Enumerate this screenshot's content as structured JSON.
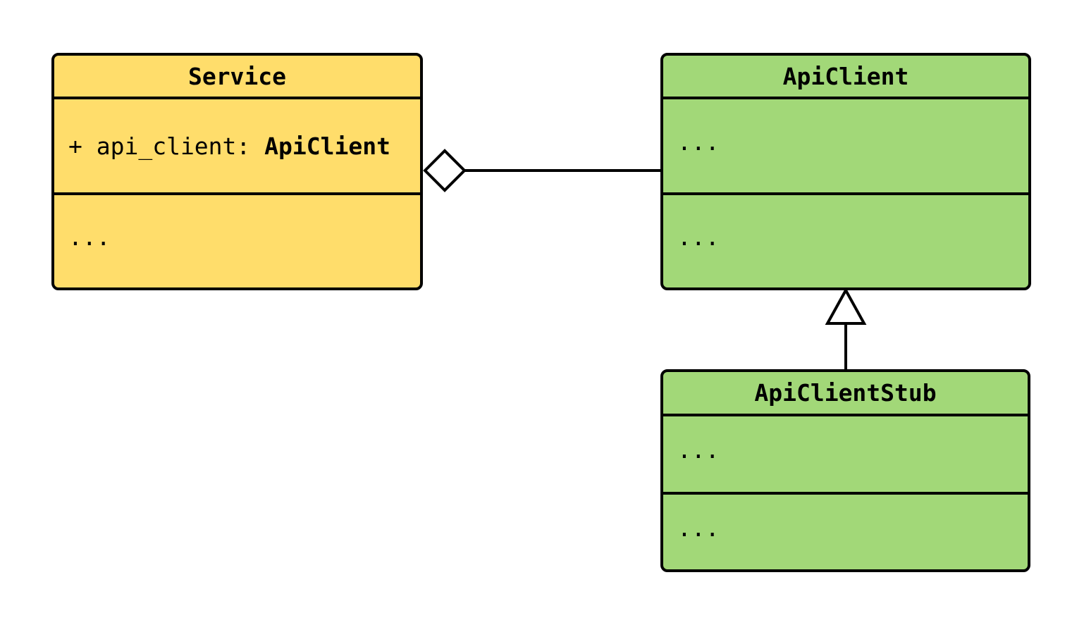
{
  "diagram": {
    "kind": "uml-class-diagram",
    "classes": [
      {
        "name": "Service",
        "fill": "#FFDD6B",
        "attribute_prefix": "+ api_client: ",
        "attribute_type": "ApiClient",
        "methods_placeholder": "..."
      },
      {
        "name": "ApiClient",
        "fill": "#A2D878",
        "attributes_placeholder": "...",
        "methods_placeholder": "..."
      },
      {
        "name": "ApiClientStub",
        "fill": "#A2D878",
        "attributes_placeholder": "...",
        "methods_placeholder": "..."
      }
    ],
    "relations": [
      {
        "type": "aggregation",
        "from": "Service",
        "to": "ApiClient"
      },
      {
        "type": "inheritance",
        "from": "ApiClientStub",
        "to": "ApiClient"
      }
    ],
    "colors": {
      "background": "#FFFFFF",
      "border": "#000000",
      "service_fill": "#FFDD6B",
      "client_fill": "#A2D878"
    }
  }
}
